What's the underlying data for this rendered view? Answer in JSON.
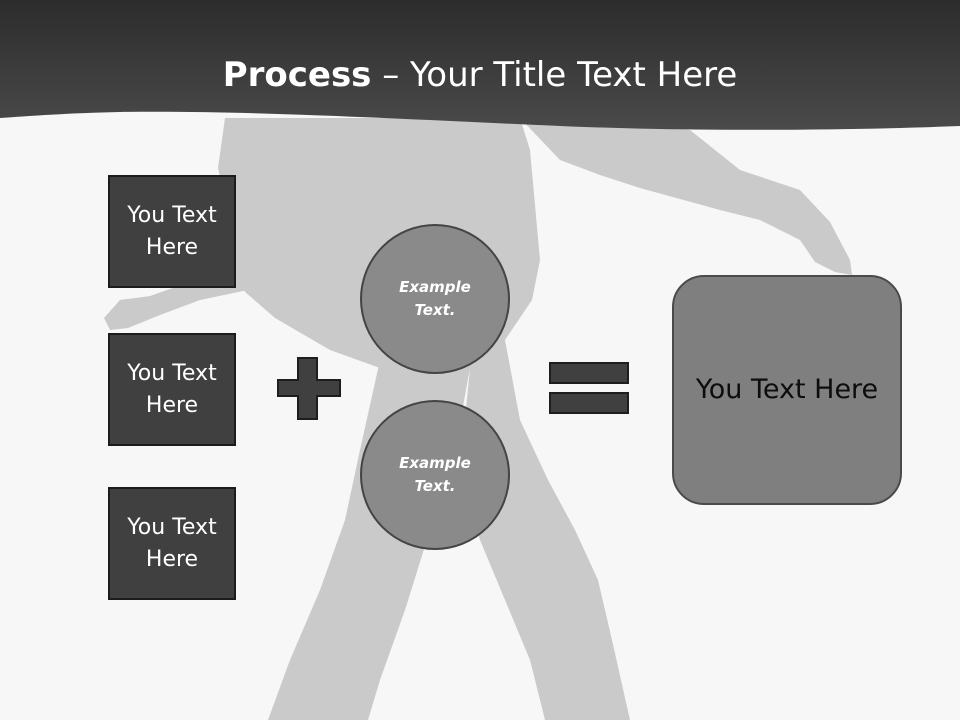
{
  "title": {
    "bold": "Process",
    "rest": " – Your Title Text Here"
  },
  "left_boxes": [
    {
      "label": "You Text Here"
    },
    {
      "label": "You Text Here"
    },
    {
      "label": "You Text Here"
    }
  ],
  "circles": [
    {
      "label": "Example Text."
    },
    {
      "label": "Example Text."
    }
  ],
  "result": {
    "label": "You Text Here"
  },
  "colors": {
    "header": "#3a3a3a",
    "box_fill": "#404040",
    "circle_fill": "#8a8a8a",
    "result_fill": "#7f7f7f",
    "silhouette": "#c8c8c8",
    "operator": "#404040"
  }
}
